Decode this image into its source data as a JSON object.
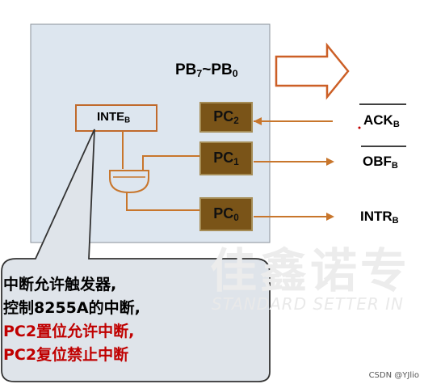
{
  "port_b_label": {
    "main": "PB",
    "sub1": "7",
    "sep": "~PB",
    "sub2": "0"
  },
  "inte_label": {
    "main": "INTE",
    "sub": "B"
  },
  "pc_boxes": [
    {
      "main": "PC",
      "sub": "2"
    },
    {
      "main": "PC",
      "sub": "1"
    },
    {
      "main": "PC",
      "sub": "0"
    }
  ],
  "signals": [
    {
      "main": "ACK",
      "sub": "B",
      "overline": true,
      "direction": "in"
    },
    {
      "main": "OBF",
      "sub": "B",
      "overline": true,
      "direction": "out"
    },
    {
      "main": "INTR",
      "sub": "B",
      "overline": false,
      "direction": "out"
    }
  ],
  "callout": {
    "lines": [
      "中断允许触发器,",
      "控制8255A的中断,",
      "PC2置位允许中断,",
      "PC2复位禁止中断"
    ],
    "line_colors": [
      "#000000",
      "#000000",
      "#c00000",
      "#c00000"
    ]
  },
  "watermark": {
    "cn": "佳鑫诺专",
    "en": "STANDARD SETTER IN"
  },
  "credit": "CSDN @YJlio",
  "colors": {
    "chip_fill": "#dde6ef",
    "chip_border": "#8a9099",
    "pc_fill": "#7a5418",
    "pc_border": "#a58c55",
    "line": "#c8762c",
    "arrow_outline": "#cc5f26",
    "callout_fill": "#dfe4ea",
    "callout_border": "#333333",
    "inte_border": "#c06a2c"
  }
}
